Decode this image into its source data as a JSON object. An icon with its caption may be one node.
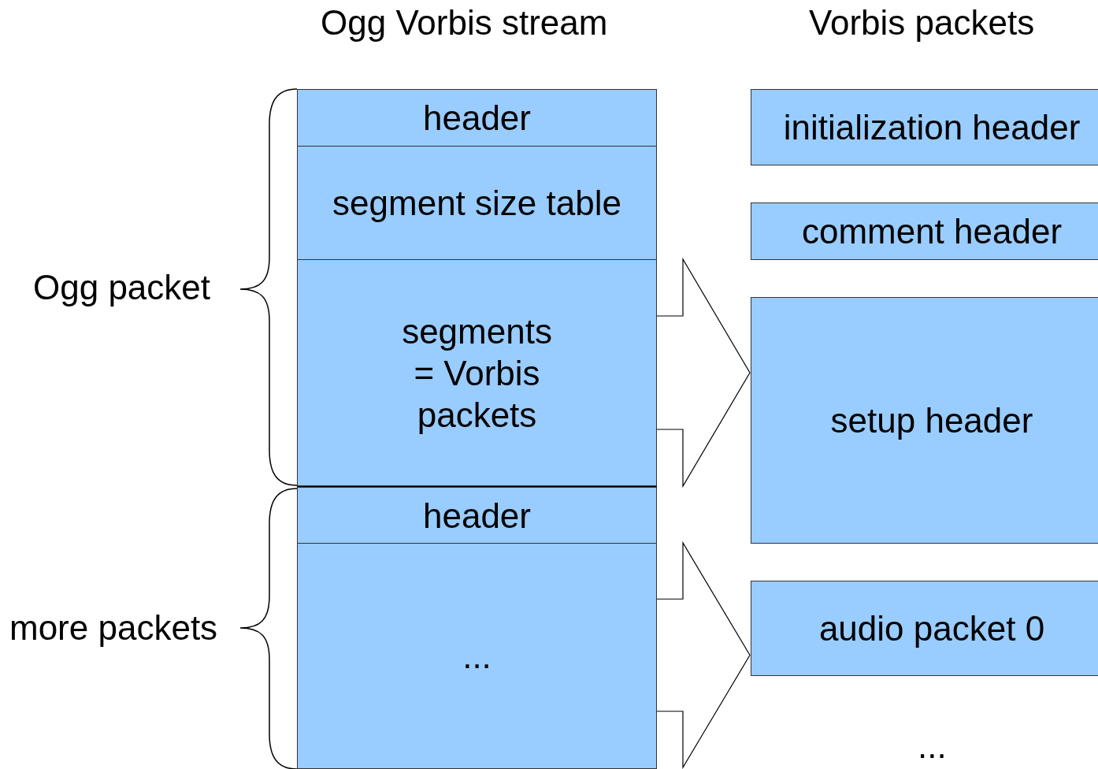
{
  "diagram": {
    "nodes": [
      {
        "text": [
          "header"
        ]
      },
      {
        "text": [
          "segment size table"
        ]
      },
      {
        "text": [
          "segments = Vorbis packets"
        ]
      },
      {
        "text": [
          "header"
        ]
      },
      {
        "text": [
          "..."
        ]
      },
      {
        "text": [
          "initialization header"
        ]
      },
      {
        "text": [
          "comment header"
        ]
      },
      {
        "text": [
          "setup header"
        ]
      },
      {
        "text": [
          "audio packet 0"
        ]
      }
    ],
    "edges": [
      {
        "from": 2,
        "to": 7,
        "arrow": "to"
      },
      {
        "from": 4,
        "to": 8,
        "arrow": "to"
      }
    ],
    "labels": [
      "Ogg Vorbis stream",
      "Vorbis packets",
      "Ogg packet",
      "more packets",
      "..."
    ]
  }
}
